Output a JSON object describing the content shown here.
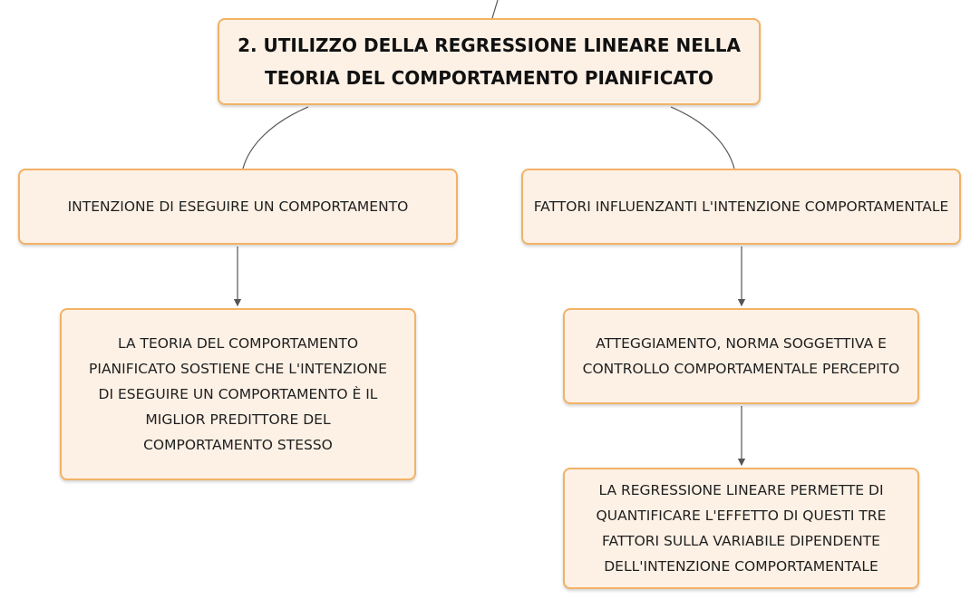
{
  "diagram": {
    "root": {
      "label": "2. UTILIZZO DELLA REGRESSIONE LINEARE NELLA TEORIA DEL COMPORTAMENTO PIANIFICATO"
    },
    "nodes": [
      {
        "id": "intenzione",
        "label": "INTENZIONE DI ESEGUIRE UN COMPORTAMENTO"
      },
      {
        "id": "fattori",
        "label": "FATTORI INFLUENZANTI L'INTENZIONE COMPORTAMENTALE"
      },
      {
        "id": "teoria",
        "label": "LA TEORIA DEL COMPORTAMENTO PIANIFICATO SOSTIENE CHE L'INTENZIONE DI ESEGUIRE UN COMPORTAMENTO È IL MIGLIOR PREDITTORE DEL COMPORTAMENTO STESSO"
      },
      {
        "id": "atteggiamento",
        "label": "ATTEGGIAMENTO, NORMA SOGGETTIVA E CONTROLLO COMPORTAMENTALE PERCEPITO"
      },
      {
        "id": "regressione",
        "label": "LA REGRESSIONE LINEARE PERMETTE DI QUANTIFICARE L'EFFETTO DI QUESTI TRE FATTORI SULLA VARIABILE DIPENDENTE DELL'INTENZIONE COMPORTAMENTALE"
      }
    ],
    "edges": [
      {
        "from": "root",
        "to": "intenzione"
      },
      {
        "from": "root",
        "to": "fattori"
      },
      {
        "from": "intenzione",
        "to": "teoria"
      },
      {
        "from": "fattori",
        "to": "atteggiamento"
      },
      {
        "from": "atteggiamento",
        "to": "regressione"
      }
    ],
    "colors": {
      "node_fill": "#fdf1e6",
      "node_border": "#f2b266",
      "connector": "#555555"
    }
  }
}
